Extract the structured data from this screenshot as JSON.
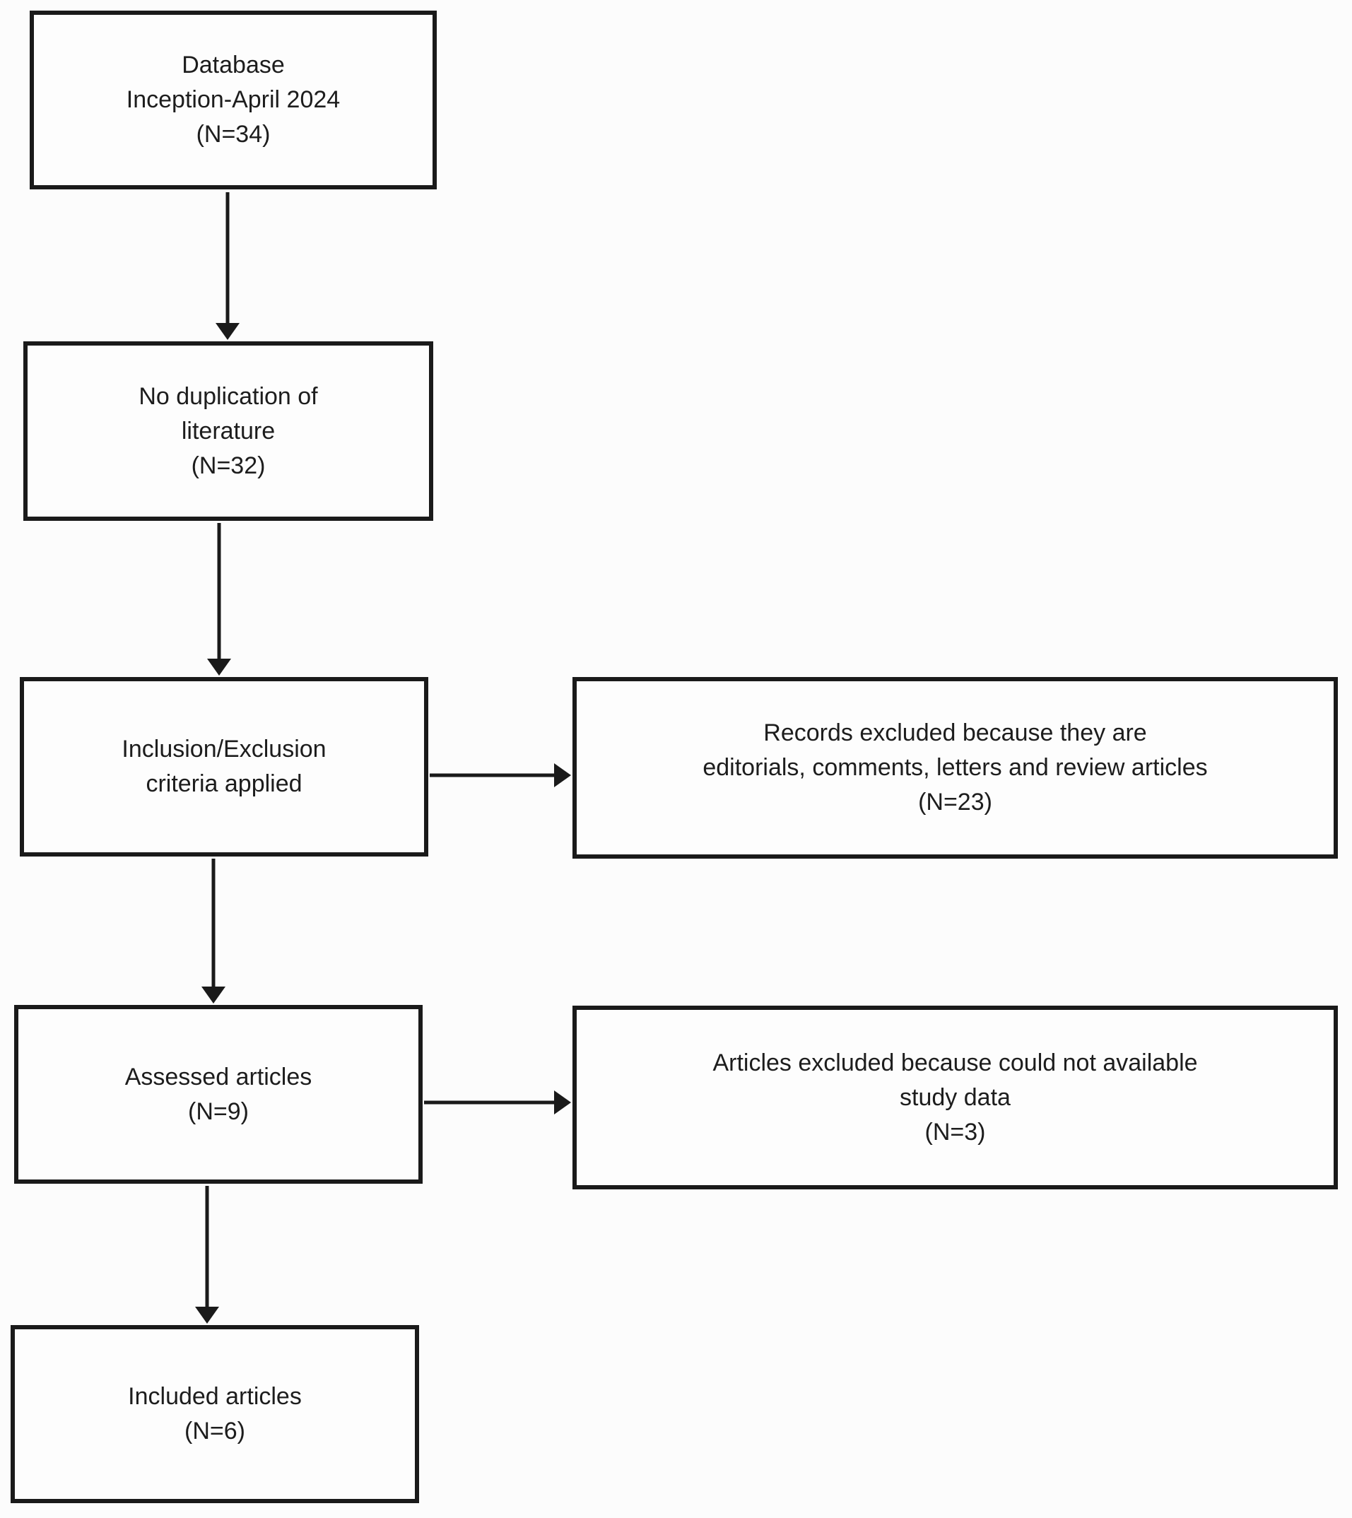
{
  "figure": {
    "type": "flowchart",
    "colors": {
      "ink": "#1a1a1a",
      "paper": "#fcfcfc",
      "box_fill": "#fdfdfd",
      "text": "#1d1d1d"
    },
    "nodes": {
      "database": {
        "lines": [
          "Database",
          "Inception-April 2024",
          "(N=34)"
        ],
        "count": 34
      },
      "no_duplication": {
        "lines": [
          "No duplication of",
          "literature",
          "(N=32)"
        ],
        "count": 32
      },
      "criteria": {
        "lines": [
          "Inclusion/Exclusion",
          "criteria applied"
        ]
      },
      "records_excluded": {
        "lines": [
          "Records excluded because they are",
          "editorials, comments, letters and review articles",
          "(N=23)"
        ],
        "count": 23
      },
      "assessed": {
        "lines": [
          "Assessed articles",
          "(N=9)"
        ],
        "count": 9
      },
      "articles_excluded": {
        "lines": [
          "Articles excluded because could not available",
          "study data",
          "(N=3)"
        ],
        "count": 3
      },
      "included": {
        "lines": [
          "Included articles",
          "(N=6)"
        ],
        "count": 6
      }
    },
    "edges": [
      {
        "from": "database",
        "to": "no_duplication",
        "direction": "down"
      },
      {
        "from": "no_duplication",
        "to": "criteria",
        "direction": "down"
      },
      {
        "from": "criteria",
        "to": "records_excluded",
        "direction": "right"
      },
      {
        "from": "criteria",
        "to": "assessed",
        "direction": "down"
      },
      {
        "from": "assessed",
        "to": "articles_excluded",
        "direction": "right"
      },
      {
        "from": "assessed",
        "to": "included",
        "direction": "down"
      }
    ]
  }
}
